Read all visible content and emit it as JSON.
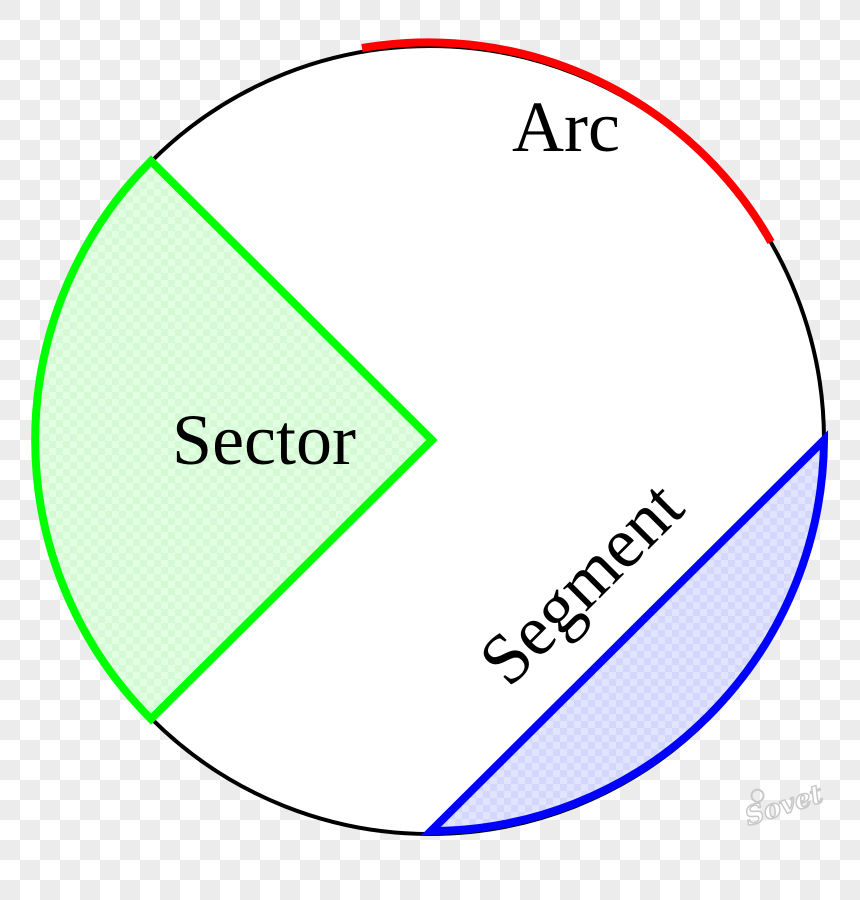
{
  "labels": {
    "arc": "Arc",
    "sector": "Sector",
    "segment": "Segment"
  },
  "watermark": {
    "text": "Sovet"
  },
  "colors": {
    "background": "#ffffff",
    "checker": "#ececec",
    "circle": "#000000",
    "arc": "#ff0000",
    "sector_stroke": "#00ff00",
    "sector_fill": "#d9ffd9",
    "segment_stroke": "#0000ff",
    "segment_fill": "#d7dcff",
    "watermark": "#c8c8c8"
  },
  "icons": {
    "circle": "circle-outline-icon",
    "arc": "arc-highlight-icon",
    "sector": "sector-wedge-icon",
    "segment": "segment-chord-icon"
  }
}
